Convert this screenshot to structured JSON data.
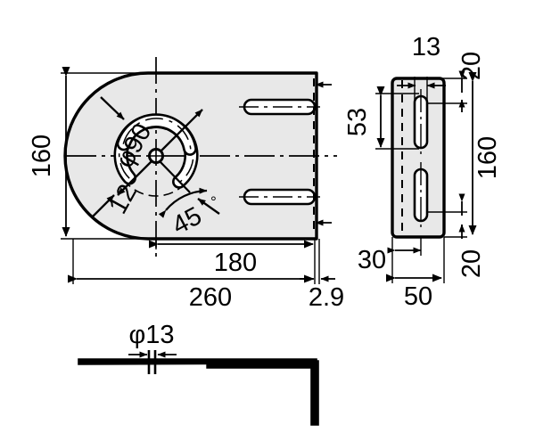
{
  "drawing": {
    "type": "engineering-drawing",
    "background_color": "#ffffff",
    "line_color": "#000000",
    "fill_color": "#e8e8e8",
    "views": {
      "front": {
        "name": "front-view",
        "dimensions": {
          "height": "160",
          "inner_width": "180",
          "overall_width": "260",
          "thickness": "2.9",
          "bolt_circle": "φ90",
          "slot_width": "12",
          "angle": "45°"
        }
      },
      "side": {
        "name": "side-view",
        "dimensions": {
          "slot_width": "13",
          "top_offset": "20",
          "slot_center": "53",
          "height": "160",
          "bottom_offset": "20",
          "flange": "30",
          "width": "50"
        }
      },
      "bottom": {
        "name": "bottom-profile-view",
        "dimensions": {
          "hole": "φ13"
        }
      }
    }
  },
  "labels": {
    "h160_left": "160",
    "w180": "180",
    "w260": "260",
    "t29": "2.9",
    "phi90": "φ90",
    "slot12": "12",
    "angle45": "45",
    "degree_sign": "°",
    "d13": "13",
    "d20_top": "20",
    "d53": "53",
    "h160_right": "160",
    "d20_bottom": "20",
    "d30": "30",
    "d50": "50",
    "phi13": "φ13"
  }
}
